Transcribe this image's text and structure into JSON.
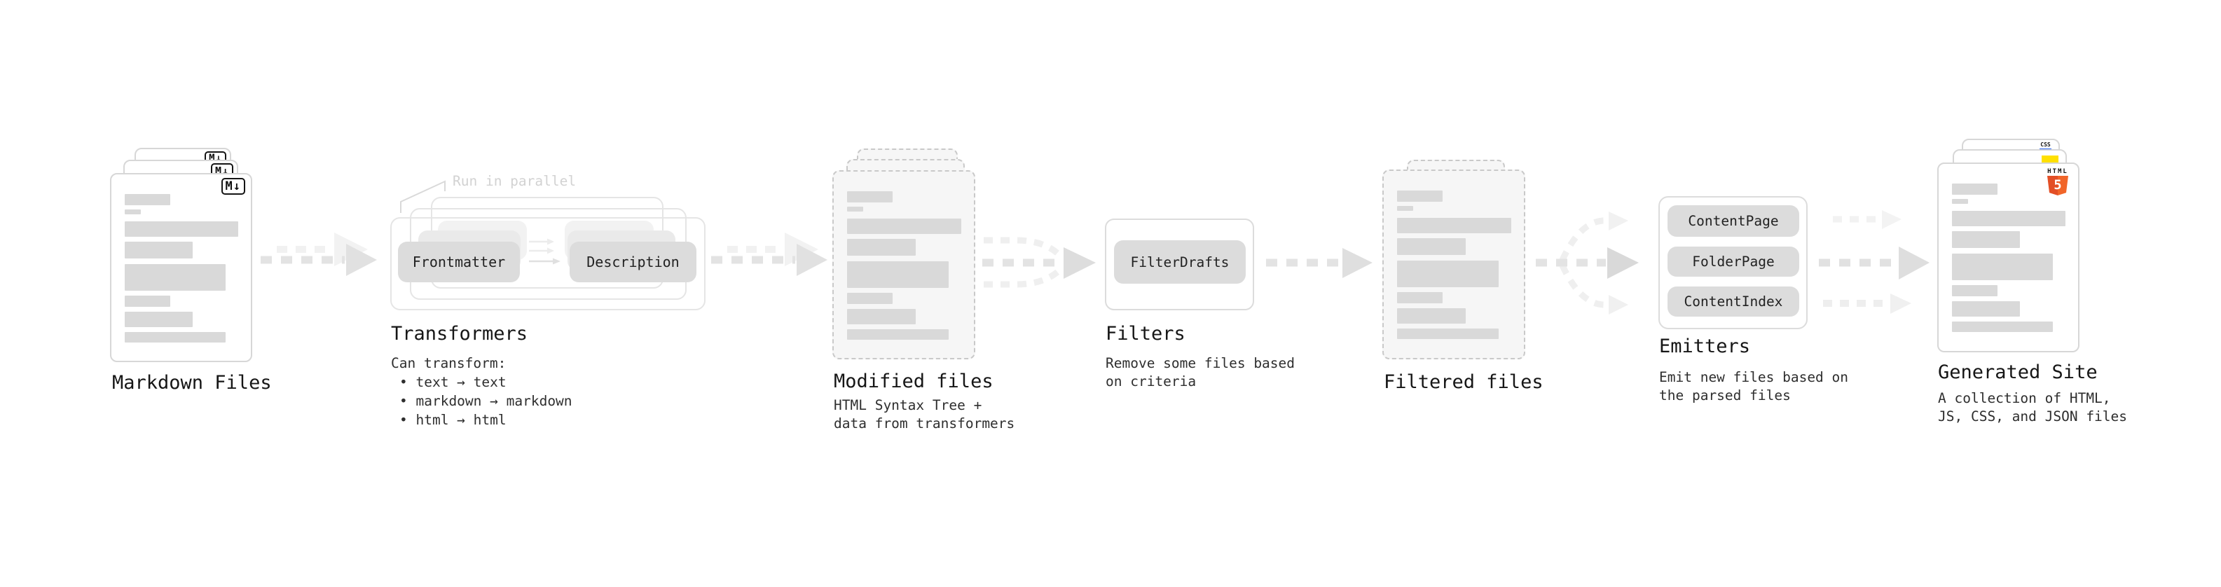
{
  "stages": {
    "markdown": {
      "label": "Markdown Files",
      "file_badge": "M↓"
    },
    "transformers": {
      "label": "Transformers",
      "note": "Run in parallel",
      "pills": [
        "Frontmatter",
        "Description"
      ],
      "desc_heading": "Can transform:",
      "bullets": [
        "• text → text",
        "• markdown → markdown",
        "• html → html"
      ]
    },
    "modified": {
      "label": "Modified files",
      "desc": [
        "HTML Syntax Tree +",
        "data from transformers"
      ]
    },
    "filters": {
      "label": "Filters",
      "pills": [
        "FilterDrafts"
      ],
      "desc": [
        "Remove some files based",
        "on criteria"
      ]
    },
    "filtered": {
      "label": "Filtered files"
    },
    "emitters": {
      "label": "Emitters",
      "pills": [
        "ContentPage",
        "FolderPage",
        "ContentIndex"
      ],
      "desc": [
        "Emit new files based on",
        "the parsed files"
      ]
    },
    "generated": {
      "label": "Generated Site",
      "badges": {
        "html_word": "HTML",
        "html_five": "5",
        "css": "CSS"
      },
      "desc": [
        "A collection of HTML,",
        "JS, CSS, and JSON files"
      ]
    }
  },
  "colors": {
    "html_orange": "#e34f26",
    "html_orange_light": "#f16529",
    "js_yellow": "#ffe000",
    "css_blue": "#2965f1",
    "bar_gray": "#d9d9d9",
    "pill_gray": "#dcdcdc",
    "arrow_gray": "#e1e1e1"
  }
}
